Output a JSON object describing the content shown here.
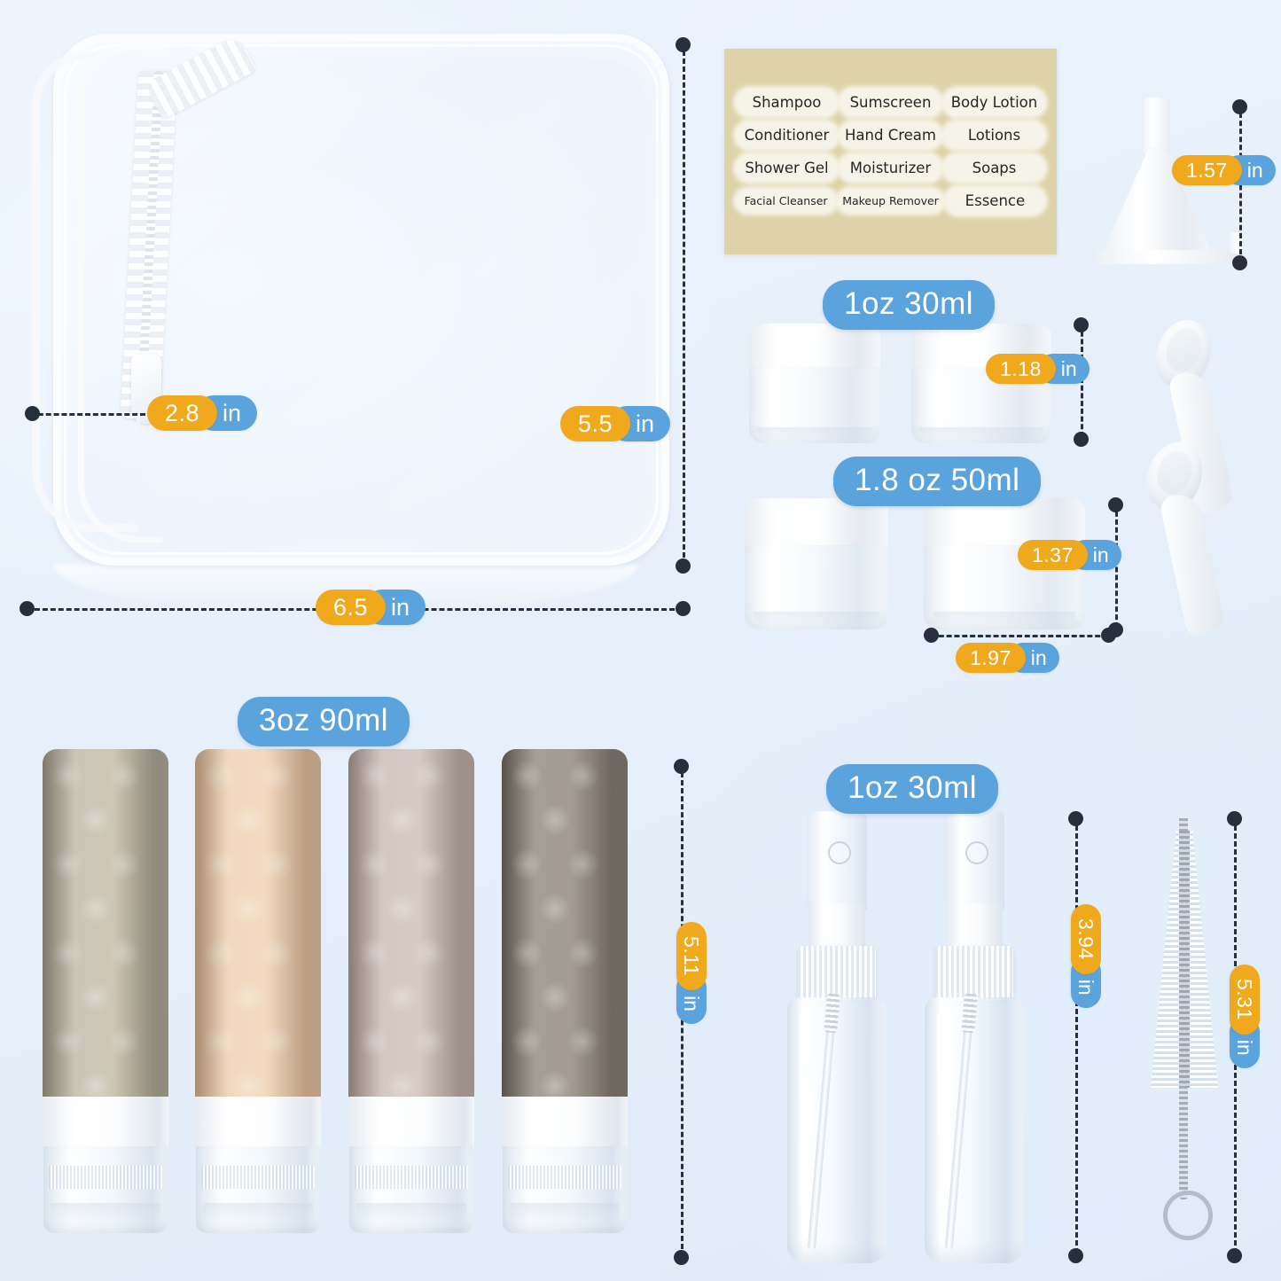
{
  "badge_colors": {
    "value_orange": "#f0a81c",
    "unit_blue": "#5ba3dc",
    "leader_dark": "#262f3d"
  },
  "background_color": "#e7f0fa",
  "unit": "in",
  "pouch": {
    "name": "toiletry-pouch",
    "dimensions": {
      "height": "2.8",
      "depth": "5.5",
      "width": "6.5"
    }
  },
  "label_sheet": {
    "name": "sticker-label-sheet",
    "background_color": "#ded3a8",
    "rows": [
      [
        "Shampoo",
        "Sumscreen",
        "Body Lotion"
      ],
      [
        "Conditioner",
        "Hand Cream",
        "Lotions"
      ],
      [
        "Shower Gel",
        "Moisturizer",
        "Soaps"
      ],
      [
        "Facial Cleanser",
        "Makeup Remover",
        "Essence"
      ]
    ]
  },
  "funnel": {
    "name": "funnel",
    "dimension": "1.57"
  },
  "spoons": {
    "name": "cosmetic-spatulas",
    "count": 2
  },
  "jars_small": {
    "capacity": "1oz 30ml",
    "height": "1.18",
    "count": 2
  },
  "jars_large": {
    "capacity": "1.8 oz 50ml",
    "height": "1.37",
    "width": "1.97",
    "count": 2
  },
  "tubes": {
    "capacity": "3oz 90ml",
    "height": "5.11",
    "count": 4,
    "colors": [
      "#b5ae9b",
      "#e4c3a2",
      "#c4b2ac",
      "#8d8379"
    ]
  },
  "spray_bottles": {
    "capacity": "1oz 30ml",
    "height": "3.94",
    "count": 2
  },
  "brush": {
    "name": "cleaning-brush",
    "height": "5.31"
  }
}
